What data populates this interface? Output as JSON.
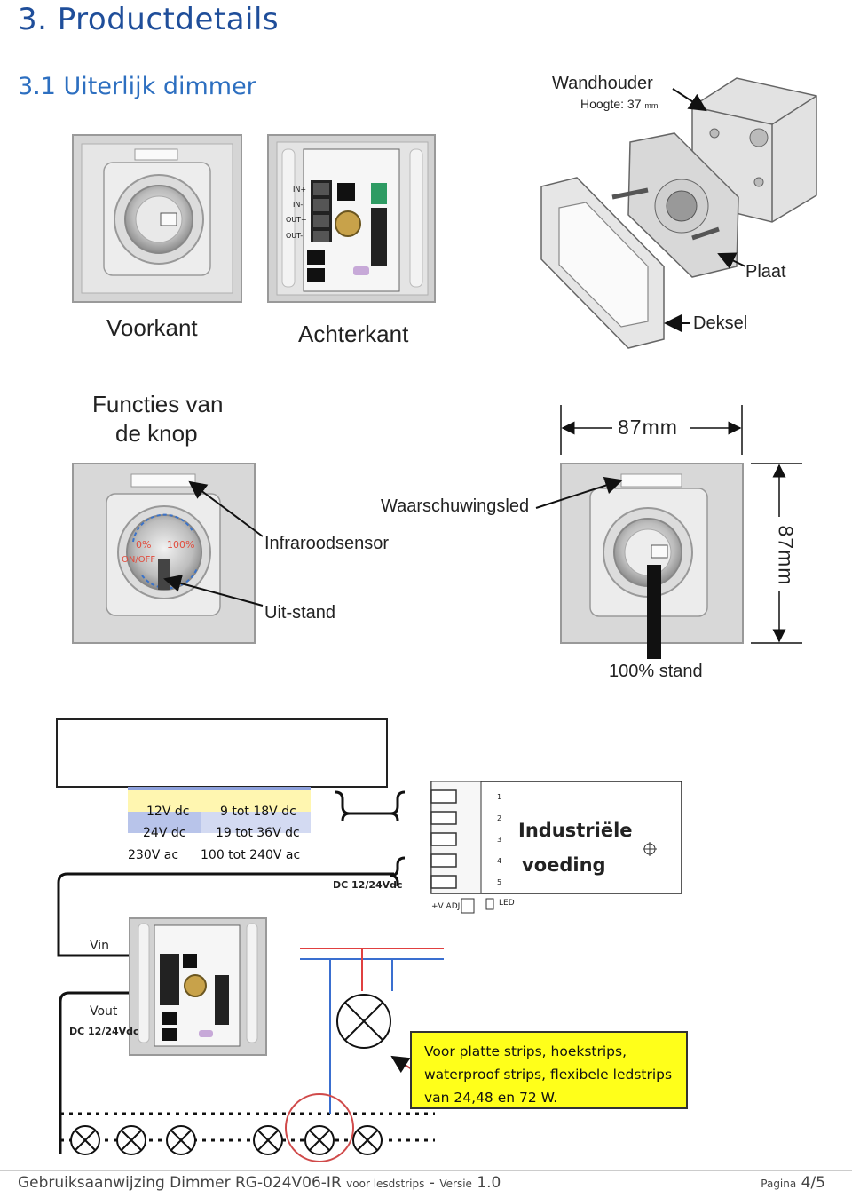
{
  "header": {
    "section_num": "3.",
    "section_title": "Productdetails",
    "sub_num": "3.1",
    "sub_title": "Uiterlijk dimmer"
  },
  "views": {
    "front": "Voorkant",
    "back": "Achterkant"
  },
  "exploded": {
    "wall_holder": "Wandhouder",
    "height": "Hoogte: 37",
    "height_unit": "mm",
    "plate": "Plaat",
    "cover": "Deksel"
  },
  "knob": {
    "title_line1": "Functies van",
    "title_line2": "de knop",
    "dim_width": "87mm",
    "dim_height": "87mm",
    "warning_led": "Waarschuwingsled",
    "ir_sensor": "Infraroodsensor",
    "off_position": "Uit-stand",
    "full_position": "100% stand",
    "dial_0": "0%",
    "dial_100": "100%",
    "dial_onoff": "ON/OFF"
  },
  "pcb_labels": {
    "in_plus": "IN+",
    "in_minus": "IN-",
    "out_plus": "OUT+",
    "out_minus": "OUT-"
  },
  "voltage_table": {
    "rows": [
      {
        "nominal": "12V dc",
        "range": "9 tot 18V dc"
      },
      {
        "nominal": "24V dc",
        "range": "19 tot 36V dc"
      },
      {
        "nominal": "230V ac",
        "range": "100 tot 240V ac"
      }
    ]
  },
  "wiring": {
    "dc_top": "DC 12/24Vdc",
    "vin": "Vin",
    "vout": "Vout",
    "dc_bottom": "DC 12/24Vdc",
    "psu_line1": "Industriële",
    "psu_line2": "voeding",
    "vadj": "+V ADJ.",
    "led": "LED",
    "terminals": [
      "1",
      "2",
      "3",
      "4",
      "5"
    ]
  },
  "note": {
    "line1": "Voor platte strips, hoekstrips,",
    "line2": "waterproof strips, flexibele ledstrips",
    "line3": "van 24,48 en 72 W."
  },
  "footer": {
    "manual_prefix": "Gebruiksaanwijzing Dimmer RG-024V06-IR",
    "manual_small": "voor lesdstrips",
    "dash": "-",
    "version_label": "Versie",
    "version_num": "1.0",
    "page_label": "Pagina",
    "page_num": "4/5"
  },
  "colors": {
    "heading": "#1f4e9a",
    "note_bg": "#ffff1a",
    "table_yellow": "#fff6b0",
    "table_blue": "#b8c4ea",
    "wire_red": "#e04040",
    "wire_blue": "#3a6fd0"
  }
}
